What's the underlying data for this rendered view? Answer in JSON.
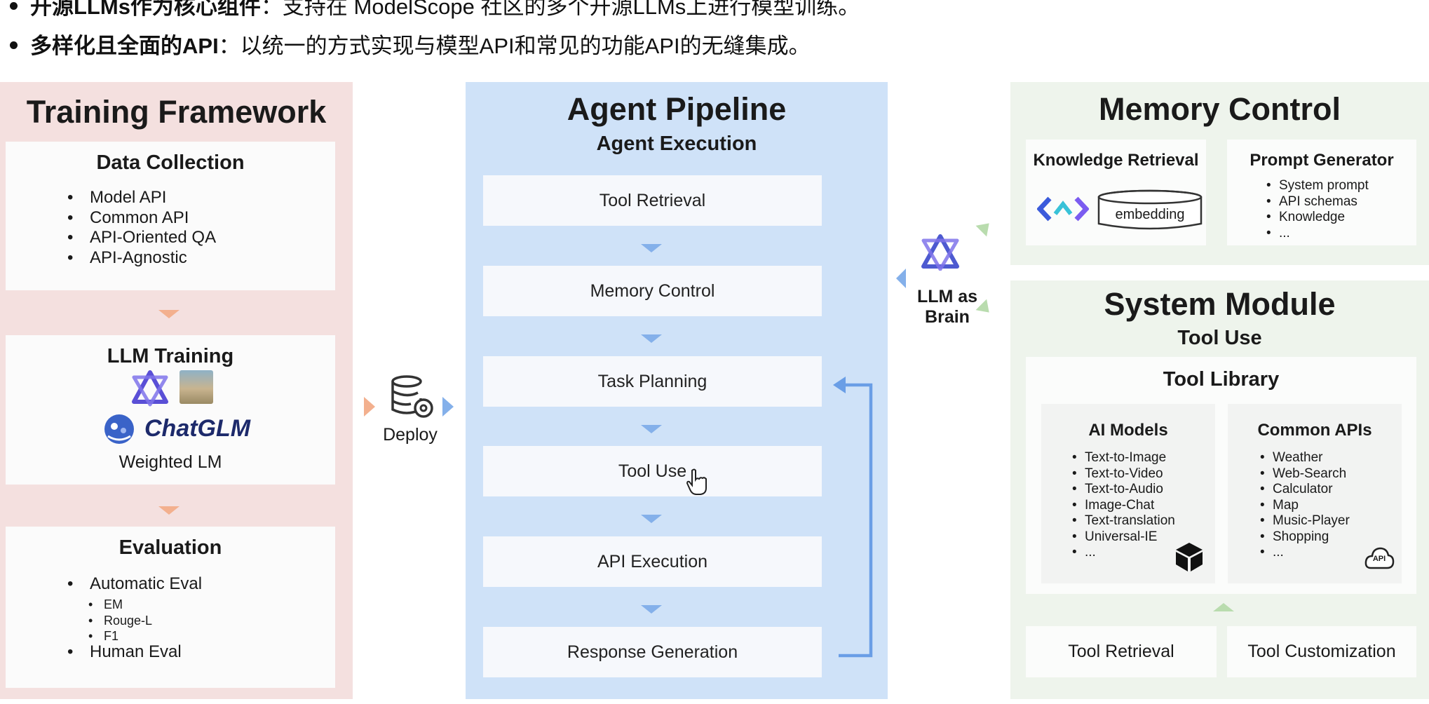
{
  "top_bullets": [
    {
      "bold": "开源LLMs作为核心组件",
      "rest": "：支持在 ModelScope 社区的多个开源LLMs上进行模型训练。"
    },
    {
      "bold": "多样化且全面的API",
      "rest": "：以统一的方式实现与模型API和常见的功能API的无缝集成。"
    }
  ],
  "training": {
    "title": "Training Framework",
    "data_collection": {
      "title": "Data Collection",
      "items": [
        "Model API",
        "Common API",
        "API-Oriented QA",
        "API-Agnostic"
      ]
    },
    "llm_training": {
      "title": "LLM Training",
      "logo_text": "ChatGLM",
      "subtitle": "Weighted LM"
    },
    "evaluation": {
      "title": "Evaluation",
      "items": [
        "Automatic Eval",
        "Human Eval"
      ],
      "sub_items": [
        "EM",
        "Rouge-L",
        "F1"
      ]
    }
  },
  "deploy": {
    "label": "Deploy"
  },
  "pipeline": {
    "title": "Agent Pipeline",
    "subtitle": "Agent Execution",
    "steps": [
      "Tool Retrieval",
      "Memory Control",
      "Task Planning",
      "Tool Use",
      "API Execution",
      "Response Generation"
    ]
  },
  "brain": {
    "line1": "LLM as",
    "line2": "Brain"
  },
  "memory": {
    "title": "Memory Control",
    "knowledge": {
      "title": "Knowledge Retrieval",
      "db_label": "embedding"
    },
    "prompt": {
      "title": "Prompt Generator",
      "items": [
        "System prompt",
        "API schemas",
        "Knowledge",
        "..."
      ]
    }
  },
  "system": {
    "title": "System Module",
    "subtitle": "Tool Use",
    "library_title": "Tool Library",
    "ai_models": {
      "title": "AI Models",
      "items": [
        "Text-to-Image",
        "Text-to-Video",
        "Text-to-Audio",
        "Image-Chat",
        "Text-translation",
        "Universal-IE",
        "..."
      ]
    },
    "common_apis": {
      "title": "Common APIs",
      "items": [
        "Weather",
        "Web-Search",
        "Calculator",
        "Map",
        "Music-Player",
        "Shopping",
        "..."
      ],
      "badge": "API"
    },
    "bottom": [
      "Tool Retrieval",
      "Tool Customization"
    ]
  },
  "colors": {
    "training_bg": "#f4e0df",
    "pipeline_bg": "#cfe2f8",
    "memory_bg": "#eef4ec",
    "arrow_blue": "#84b0ea",
    "arrow_orange": "#f3b08e",
    "arrow_green": "#b9dcae"
  }
}
